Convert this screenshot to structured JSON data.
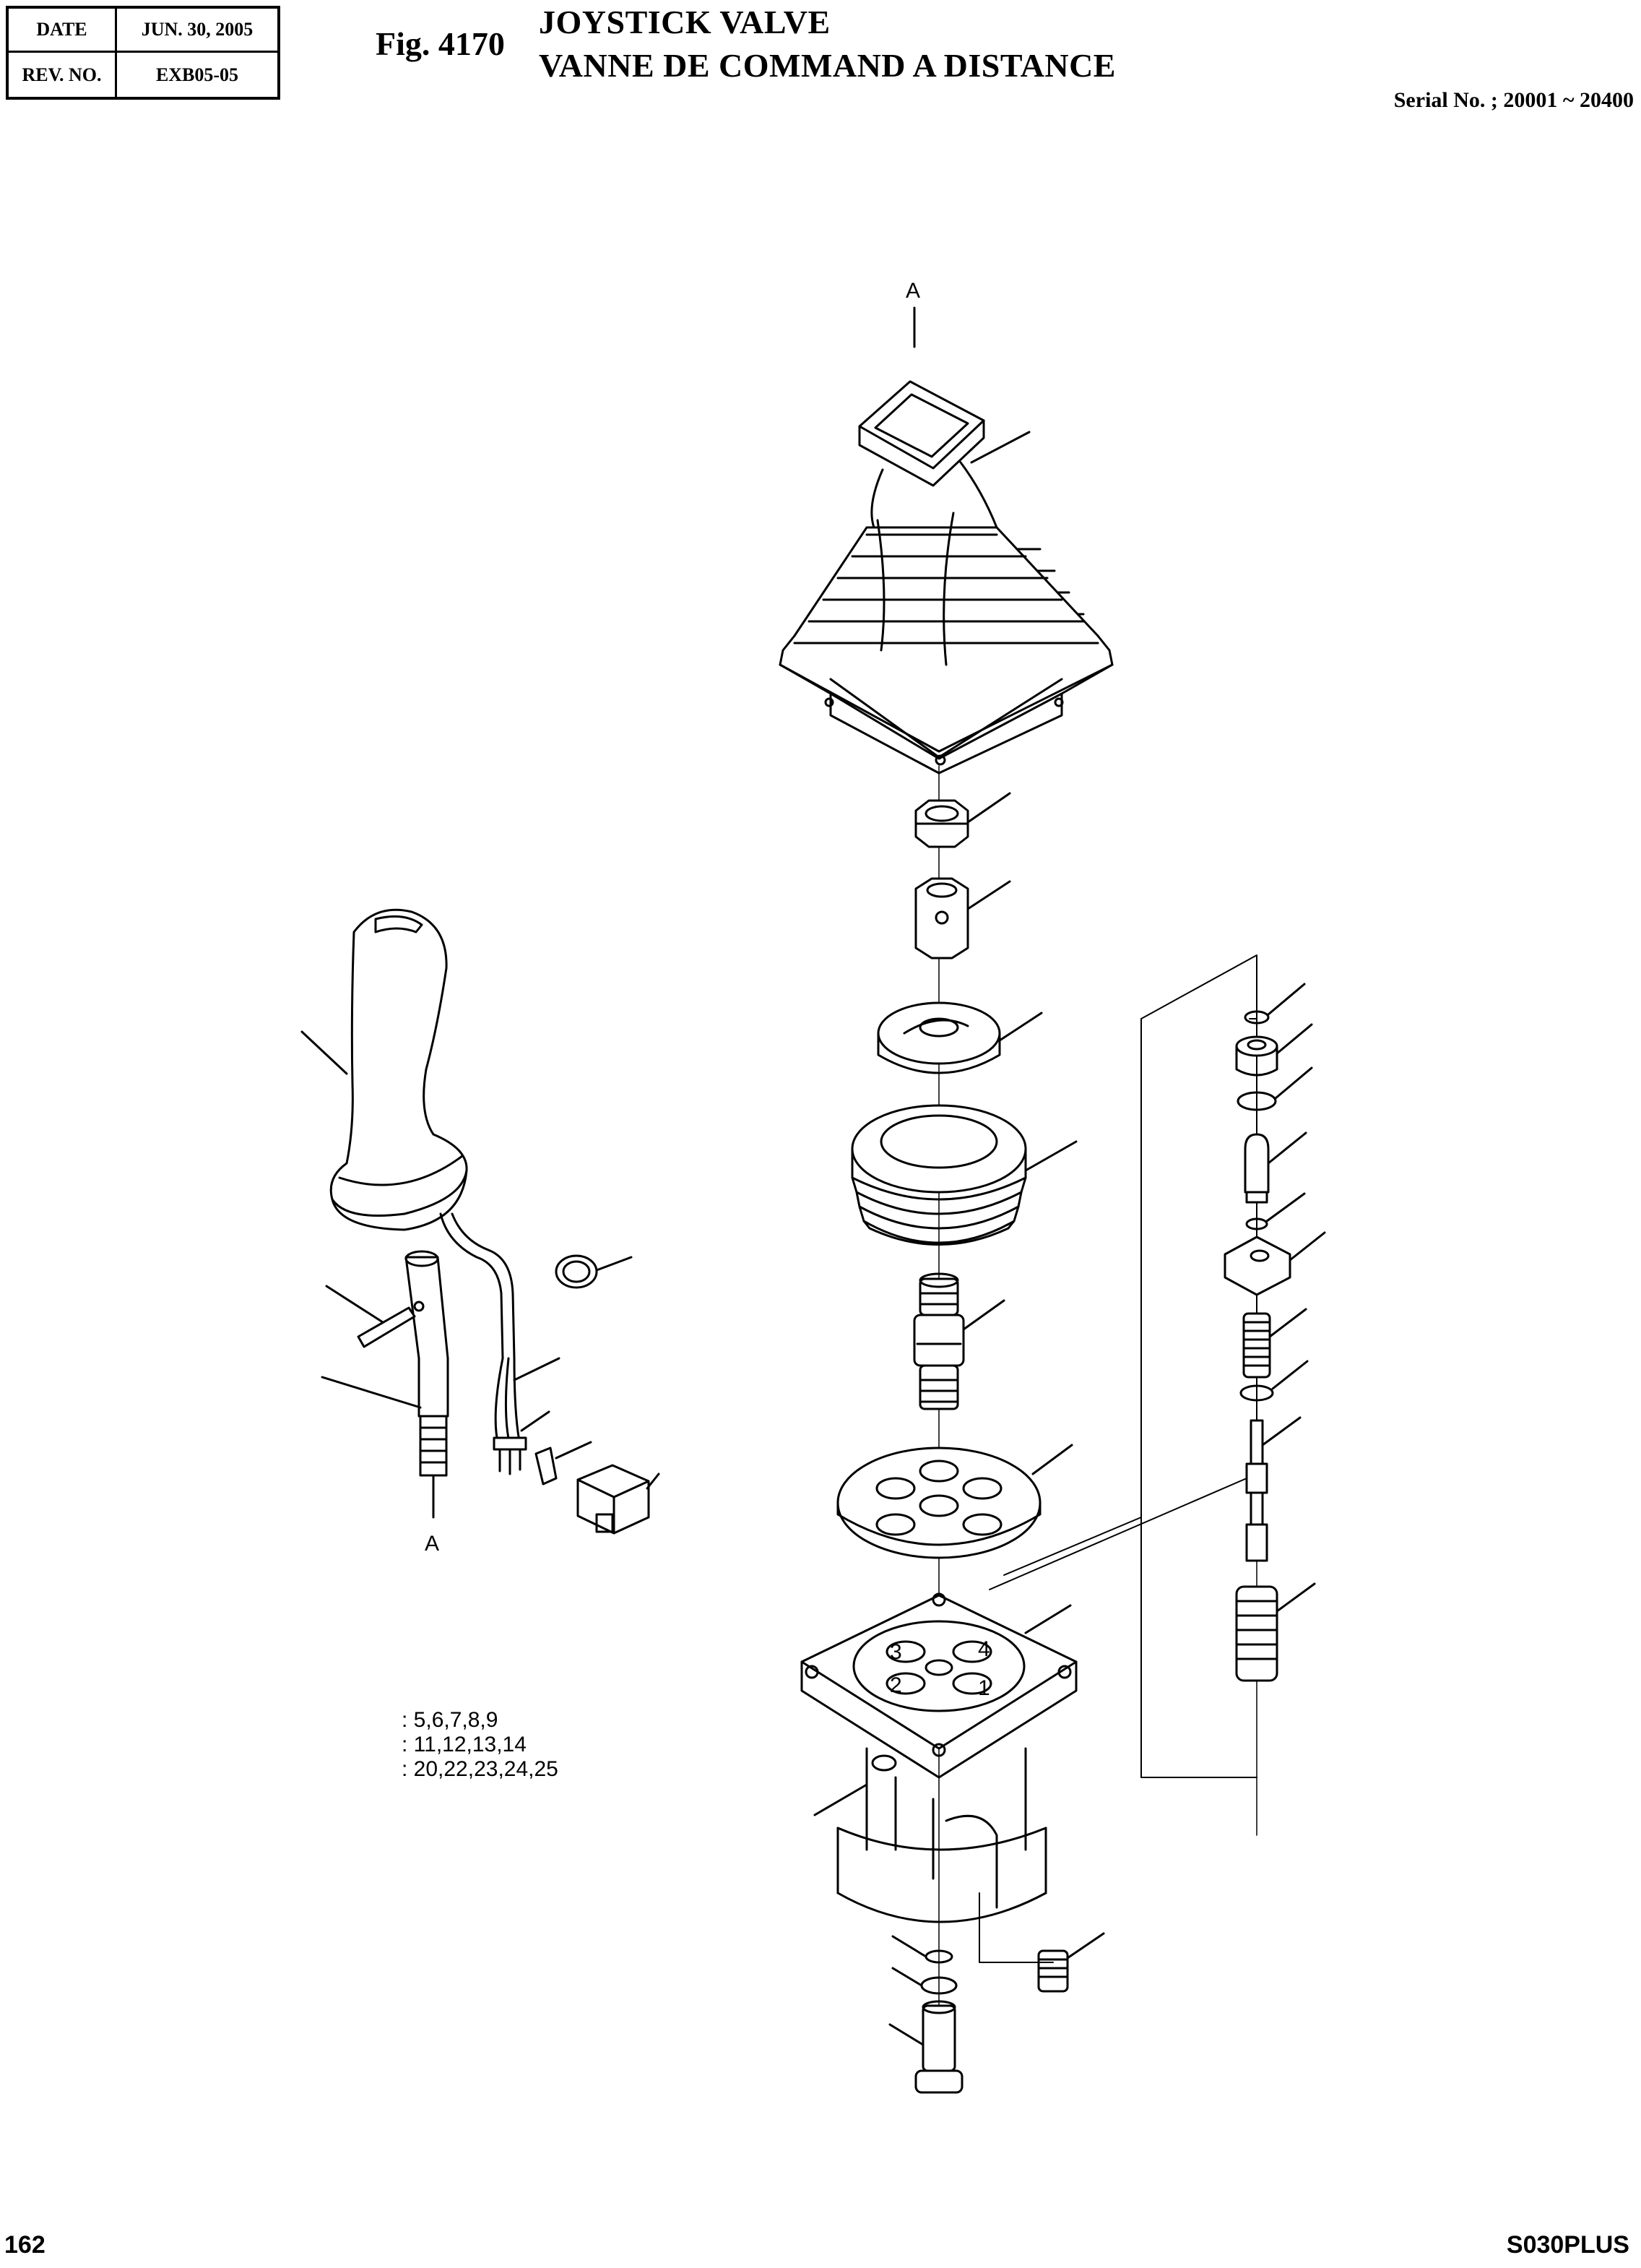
{
  "header": {
    "date_label": "DATE",
    "date_value": "JUN. 30, 2005",
    "rev_label": "REV. NO.",
    "rev_value": "EXB05-05",
    "fig_number": "Fig. 4170",
    "title_en": "JOYSTICK VALVE",
    "title_fr": "VANNE DE COMMAND A DISTANCE",
    "serial": "Serial No. ; 20001 ~ 20400"
  },
  "diagram": {
    "section_marker_top": "A",
    "section_marker_bottom": "A",
    "port_numbers": [
      "3",
      "4",
      "2",
      "1"
    ]
  },
  "legend": {
    "lines": [
      ": 5,6,7,8,9",
      ": 11,12,13,14",
      ": 20,22,23,24,25"
    ]
  },
  "footer": {
    "page_number": "162",
    "model": "S030PLUS"
  }
}
